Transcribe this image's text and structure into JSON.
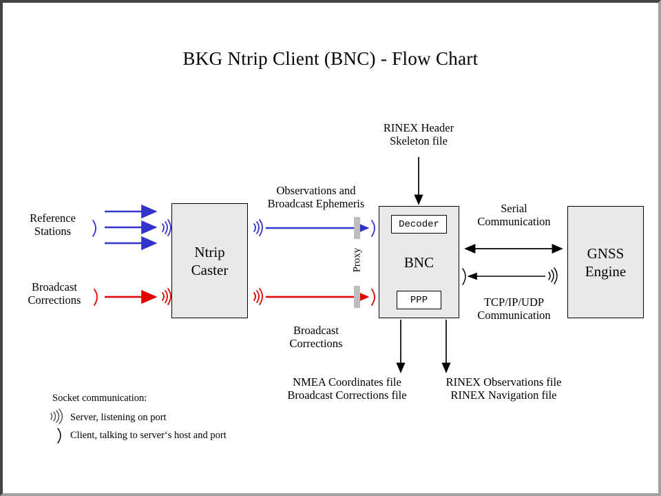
{
  "page": {
    "title": "BKG Ntrip Client (BNC)  -  Flow Chart",
    "background": "#ffffff",
    "border_color_dark": "#444444",
    "border_color_light": "#a0a0a0"
  },
  "colors": {
    "observation_stream": "#3333cc",
    "correction_stream": "#e00000",
    "box_fill": "#e9e9e9",
    "proxy_bar": "#bdbdbd",
    "line": "#000000"
  },
  "nodes": {
    "reference_stations": {
      "label": "Reference\nStations"
    },
    "broadcast_corrections_source": {
      "label": "Broadcast\nCorrections"
    },
    "ntrip_caster": {
      "label": "Ntrip\nCaster"
    },
    "bnc": {
      "label": "BNC",
      "decoder": "Decoder",
      "ppp": "PPP"
    },
    "gnss_engine": {
      "label": "GNSS\nEngine"
    }
  },
  "edge_labels": {
    "observations": "Observations and\nBroadcast Ephemeris",
    "broadcast_corrections": "Broadcast\nCorrections",
    "proxy": "Proxy",
    "rinex_header": "RINEX Header\nSkeleton file",
    "serial": "Serial\nCommunication",
    "tcpip": "TCP/IP/UDP\nCommunication"
  },
  "outputs": {
    "left": "NMEA Coordinates file\nBroadcast Corrections file",
    "right": "RINEX Observations file\nRINEX Navigation file"
  },
  "legend": {
    "title": "Socket communication:",
    "server_glyph": "server-antenna-icon",
    "server": "Server, listening  on port",
    "client_glyph": "client-paren-icon",
    "client": "Client, talking to server‘s host and port"
  }
}
